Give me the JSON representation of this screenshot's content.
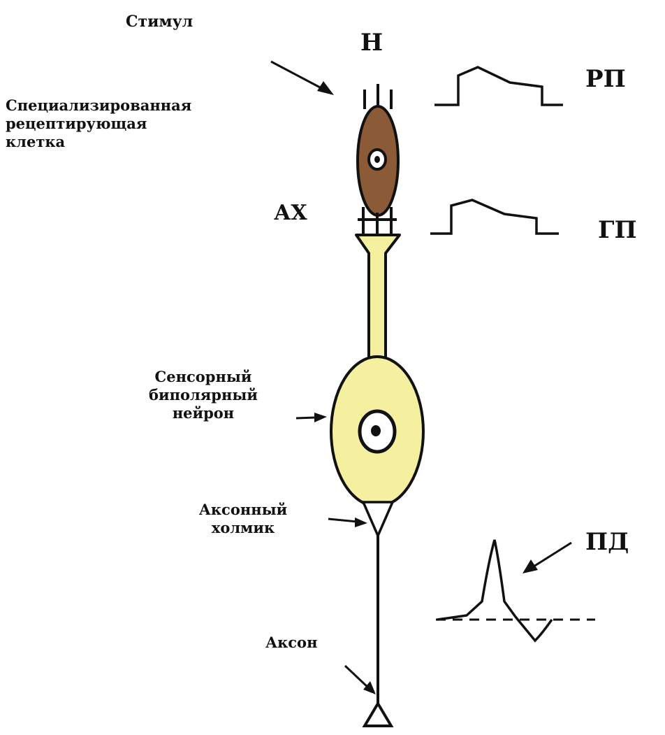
{
  "labels": {
    "stimulus": "Стимул",
    "receptor_letter": "Н",
    "specialized_cell": [
      "Специализированная",
      "рецептирующая",
      "клетка"
    ],
    "ax": "АХ",
    "rp": "РП",
    "gp": "ГП",
    "sensory_neuron": [
      "Сенсорный",
      "биполярный",
      "нейрон"
    ],
    "axon_hillock": [
      "Аксонный",
      "холмик"
    ],
    "pd": "ПД",
    "axon": "Аксон"
  },
  "colors": {
    "receptor_cell": "#8b5a36",
    "neuron_body": "#f4f0a0",
    "stroke": "#111111"
  }
}
